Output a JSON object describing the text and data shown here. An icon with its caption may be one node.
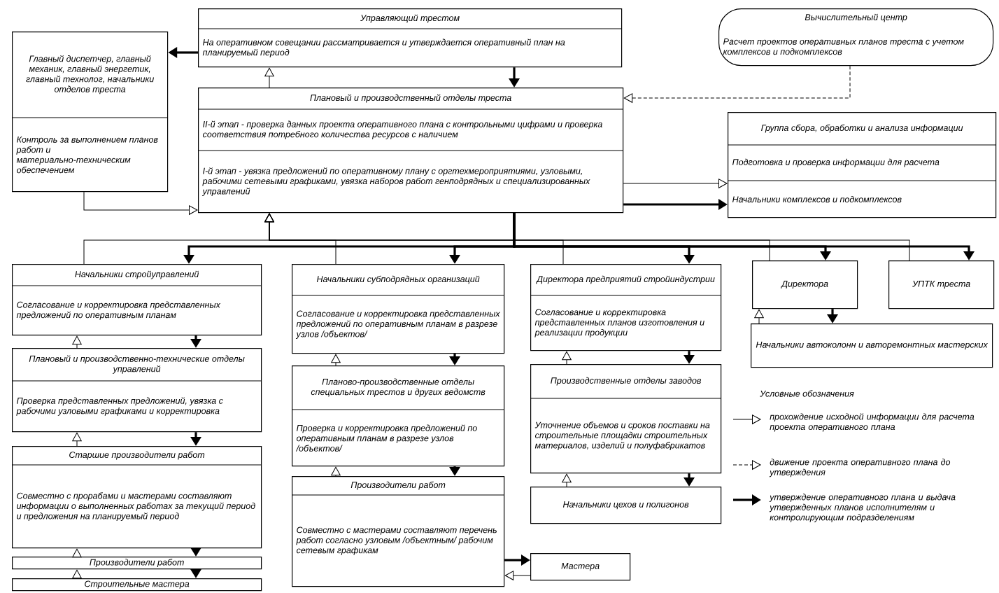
{
  "diagram": {
    "nodes": [
      {
        "text": [
          "Управляющий трестом",
          "На оперативном совещании рассматривается и утверждается оперативный план на планируемый период"
        ]
      },
      {
        "text": [
          "Главный диспетчер, главный механик, главный энергетик, главный технолог, начальники отделов треста",
          "Контроль за выполнением планов работ и материально-техническим обеспечением"
        ]
      },
      {
        "text": [
          "Вычислительный центр",
          "Расчет проектов оперативных планов треста с учетом комплексов и подкомплексов"
        ]
      },
      {
        "text": [
          "Плановый и производственный отделы треста",
          "II-й этап - проверка данных проекта оперативного плана с контрольными цифрами и проверка соответствия потребного количества ресурсов с наличием",
          "I-й этап - увязка предложений по оперативному плану с оргтехмероприятиями, узловыми, рабочими сетевыми графиками, увязка наборов работ генподрядных и специализированных управлений"
        ]
      },
      {
        "text": [
          "Группа сбора, обработки и анализа информации",
          "Подготовка и проверка информации для расчета",
          "Начальники комплексов и подкомплексов"
        ]
      },
      {
        "text": [
          "Начальники стройуправлений",
          "Согласование и корректировка представленных предложений по оперативным планам"
        ]
      },
      {
        "text": [
          "Плановый и производственно-технические отделы управлений",
          "Проверка представленных предложений, увязка с рабочими узловыми графиками и корректировка"
        ]
      },
      {
        "text": [
          "Старшие производители работ",
          "Совместно с прорабами и мастерами составляют информации о выполненных работах за текущий период и предложения на планируемый период"
        ]
      },
      {
        "text": [
          "Производители работ"
        ]
      },
      {
        "text": [
          "Строительные мастера"
        ]
      },
      {
        "text": [
          "Начальники субподрядных организаций",
          "Согласование и корректировка представленных предложений по оперативным планам в разрезе узлов /объектов/"
        ]
      },
      {
        "text": [
          "Планово-производственные отделы специальных трестов и других ведомств",
          "Проверка и корректировка предложений по оперативным планам в разрезе узлов /объектов/"
        ]
      },
      {
        "text": [
          "Производители работ",
          "Совместно с мастерами составляют перечень работ согласно узловым /объектным/ рабочим сетевым графикам"
        ]
      },
      {
        "text": [
          "Мастера"
        ]
      },
      {
        "text": [
          "Директора предприятий стройиндустрии",
          "Согласование и корректировка представленных планов изготовления и реализации продукции"
        ]
      },
      {
        "text": [
          "Производственные отделы заводов",
          "Уточнение объемов и сроков поставки на строительные площадки строительных материалов, изделий и полуфабрикатов"
        ]
      },
      {
        "text": [
          "Начальники цехов и полигонов"
        ]
      },
      {
        "text": [
          "Директора"
        ]
      },
      {
        "text": [
          "УПТК треста"
        ]
      },
      {
        "text": [
          "Начальники автоколонн и авторемонтных мастерских"
        ]
      }
    ],
    "edges": [
      {
        "from": 3,
        "to": 0,
        "arrow": "to"
      },
      {
        "from": 0,
        "to": 3,
        "arrow": "to",
        "style": "thick"
      },
      {
        "from": 0,
        "to": 1,
        "arrow": "to",
        "style": "thick"
      },
      {
        "from": 1,
        "to": 3,
        "arrow": "to"
      },
      {
        "from": 2,
        "to": 3,
        "arrow": "to",
        "style": "dashed"
      },
      {
        "from": 3,
        "to": 4,
        "arrow": "to"
      },
      {
        "from": 3,
        "to": 4,
        "arrow": "to",
        "style": "thick"
      },
      {
        "from": 5,
        "to": 3,
        "arrow": "to"
      },
      {
        "from": 10,
        "to": 3,
        "arrow": "to"
      },
      {
        "from": 14,
        "to": 3,
        "arrow": "to"
      },
      {
        "from": 17,
        "to": 3,
        "arrow": "to"
      },
      {
        "from": 18,
        "to": 3,
        "arrow": "to"
      },
      {
        "from": 3,
        "to": 5,
        "arrow": "to",
        "style": "thick"
      },
      {
        "from": 3,
        "to": 10,
        "arrow": "to",
        "style": "thick"
      },
      {
        "from": 3,
        "to": 14,
        "arrow": "to",
        "style": "thick"
      },
      {
        "from": 3,
        "to": 17,
        "arrow": "to",
        "style": "thick"
      },
      {
        "from": 3,
        "to": 18,
        "arrow": "to",
        "style": "thick"
      },
      {
        "from": 6,
        "to": 5,
        "arrow": "to"
      },
      {
        "from": 5,
        "to": 6,
        "arrow": "to",
        "style": "thick"
      },
      {
        "from": 7,
        "to": 6,
        "arrow": "to"
      },
      {
        "from": 6,
        "to": 7,
        "arrow": "to",
        "style": "thick"
      },
      {
        "from": 8,
        "to": 7,
        "arrow": "to"
      },
      {
        "from": 7,
        "to": 8,
        "arrow": "to",
        "style": "thick"
      },
      {
        "from": 9,
        "to": 8,
        "arrow": "to"
      },
      {
        "from": 8,
        "to": 9,
        "arrow": "to",
        "style": "thick"
      },
      {
        "from": 11,
        "to": 10,
        "arrow": "to"
      },
      {
        "from": 10,
        "to": 11,
        "arrow": "to",
        "style": "thick"
      },
      {
        "from": 12,
        "to": 11,
        "arrow": "to"
      },
      {
        "from": 11,
        "to": 12,
        "arrow": "to",
        "style": "thick"
      },
      {
        "from": 12,
        "to": 13,
        "arrow": "to",
        "style": "thick"
      },
      {
        "from": 13,
        "to": 12,
        "arrow": "to"
      },
      {
        "from": 15,
        "to": 14,
        "arrow": "to"
      },
      {
        "from": 14,
        "to": 15,
        "arrow": "to",
        "style": "thick"
      },
      {
        "from": 16,
        "to": 15,
        "arrow": "to"
      },
      {
        "from": 15,
        "to": 16,
        "arrow": "to",
        "style": "thick"
      },
      {
        "from": 19,
        "to": 17,
        "arrow": "to"
      },
      {
        "from": 17,
        "to": 19,
        "arrow": "to",
        "style": "thick"
      }
    ],
    "labels": [
      "Условные обозначения"
    ],
    "legend": [
      {
        "text": "прохождение исходной информации для расчета проекта оперативного плана"
      },
      {
        "text": "движение проекта оперативного плана до утверждения"
      },
      {
        "text": "утверждение оперативного плана и выдача утвержденных планов исполнителям и контролирующим подразделениям"
      }
    ]
  }
}
